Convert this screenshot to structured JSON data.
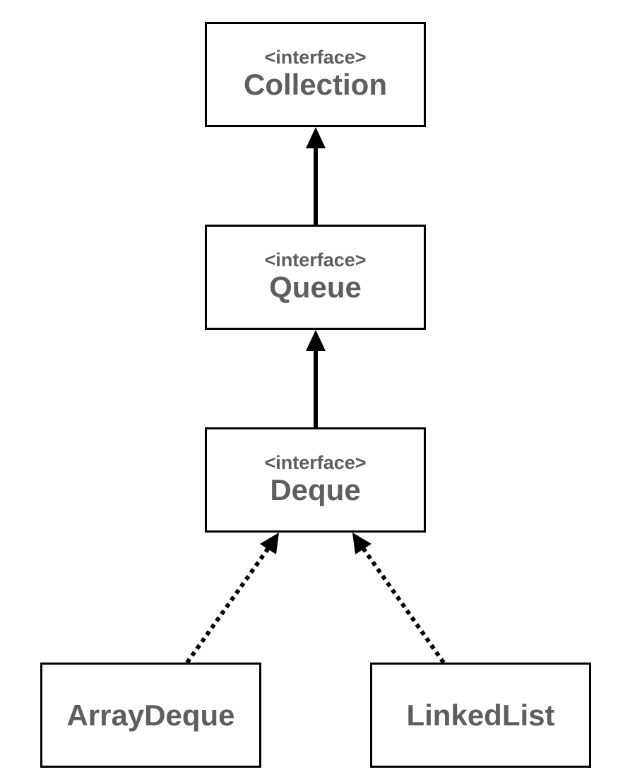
{
  "nodes": {
    "collection": {
      "stereotype": "<interface>",
      "name": "Collection"
    },
    "queue": {
      "stereotype": "<interface>",
      "name": "Queue"
    },
    "deque": {
      "stereotype": "<interface>",
      "name": "Deque"
    },
    "arraydeque": {
      "name": "ArrayDeque"
    },
    "linkedlist": {
      "name": "LinkedList"
    }
  },
  "edges": [
    {
      "from": "Queue",
      "to": "Collection",
      "style": "solid"
    },
    {
      "from": "Deque",
      "to": "Queue",
      "style": "solid"
    },
    {
      "from": "ArrayDeque",
      "to": "Deque",
      "style": "dotted"
    },
    {
      "from": "LinkedList",
      "to": "Deque",
      "style": "dotted"
    }
  ],
  "colors": {
    "text": "#5e5e5e",
    "border": "#000000",
    "edge": "#000000",
    "background": "#ffffff"
  }
}
